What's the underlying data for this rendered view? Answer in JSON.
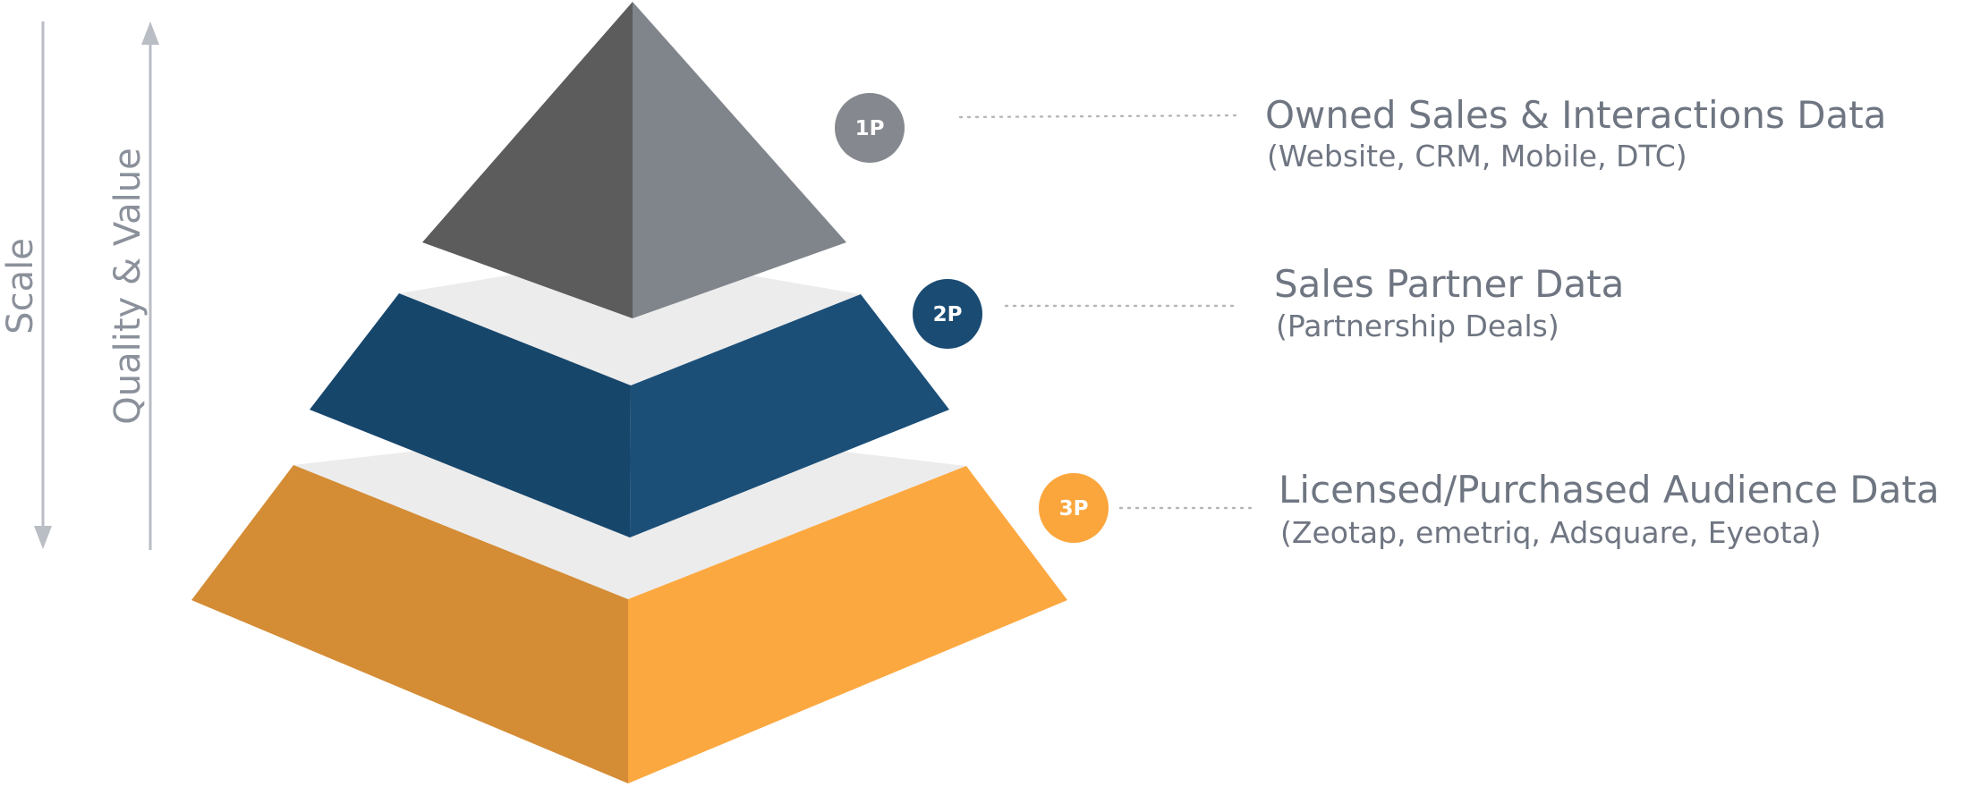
{
  "axes": {
    "scale_label": "Scale",
    "quality_label": "Quality & Value",
    "line_color": "#b9bdc4"
  },
  "tiers": [
    {
      "badge": "1P",
      "title": "Owned Sales & Interactions Data",
      "subtitle": "(Website, CRM, Mobile, DTC)",
      "badge_color": "#85888e",
      "face_left": "#5c5c5c",
      "face_right": "#80858c"
    },
    {
      "badge": "2P",
      "title": "Sales Partner Data",
      "subtitle": "(Partnership Deals)",
      "badge_color": "#1a4b73",
      "face_left": "#17466b",
      "face_right": "#1b4f78"
    },
    {
      "badge": "3P",
      "title": "Licensed/Purchased Audience Data",
      "subtitle": "(Zeotap, emetriq, Adsquare, Eyeota)",
      "badge_color": "#fba63d",
      "face_left": "#d48c35",
      "face_right": "#fca840"
    }
  ],
  "colors": {
    "gap_face": "#ececec",
    "text": "#6f7682"
  }
}
